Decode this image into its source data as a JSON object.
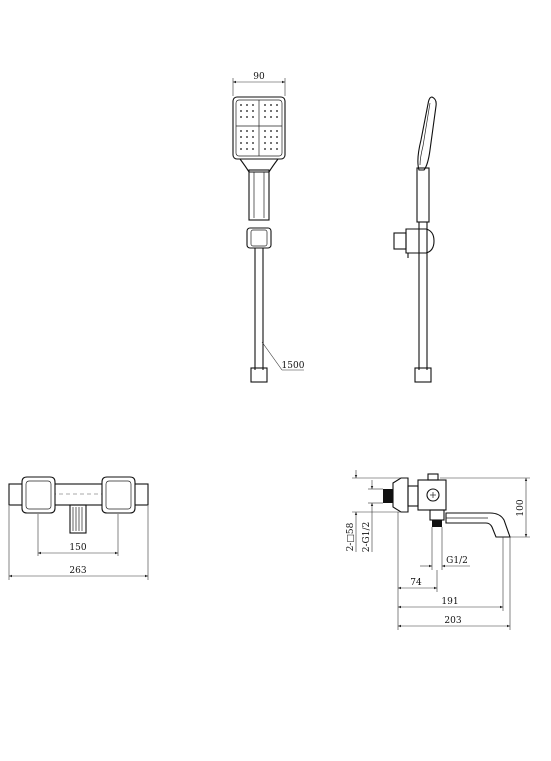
{
  "dimensions": {
    "head_width": "90",
    "hose_length": "1500",
    "mixer_spacing": "150",
    "mixer_width": "263",
    "inlet_square": "2-□58",
    "inlet_thread": "2-G1/2",
    "outlet_thread": "G1/2",
    "height": "100",
    "d74": "74",
    "d191": "191",
    "d203": "203"
  },
  "colors": {
    "line": "#111111",
    "background": "#ffffff"
  }
}
